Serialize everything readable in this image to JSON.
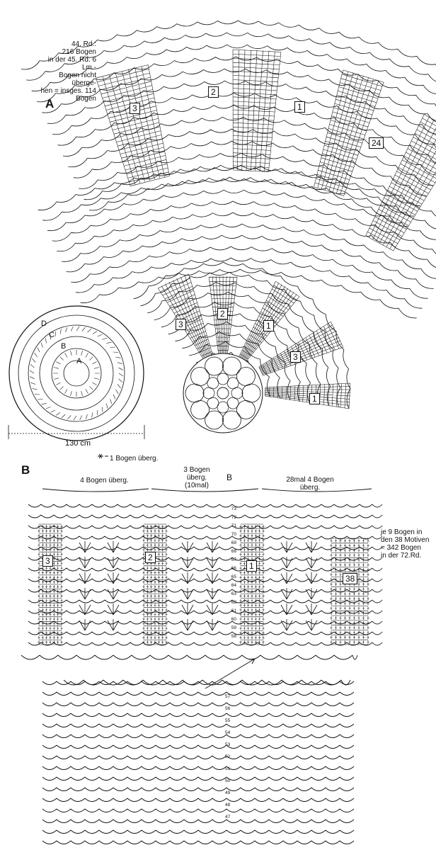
{
  "section_a": {
    "letter": "A",
    "note_lines": [
      "44. Rd.:",
      "216 Bogen",
      "in der 45. Rd. 6 Lm.-",
      "Bogen nicht überge-",
      "hen = insges. 114",
      "Bogen"
    ],
    "motif_labels": [
      "3",
      "2",
      "1",
      "24"
    ],
    "inner_motif_labels": [
      "3",
      "2",
      "1",
      "3",
      "1"
    ],
    "overview": {
      "ring_labels": [
        "D",
        "C",
        "B",
        "A"
      ],
      "diameter": "130 cm"
    },
    "legend": "1 Bogen überg."
  },
  "section_b": {
    "letter": "B",
    "header_left": "4 Bogen überg.",
    "header_mid_lines": [
      "3 Bogen",
      "überg.",
      "(10mal)"
    ],
    "header_mark": "B",
    "header_right_lines": [
      "28mal 4 Bogen",
      "überg."
    ],
    "side_note_lines": [
      "je 9 Bogen in",
      "den 38 Motiven",
      "= 342 Bogen",
      "in der 72.Rd."
    ],
    "motif_labels": [
      "3",
      "2",
      "1",
      "38"
    ],
    "row_numbers": [
      "73",
      "72",
      "71",
      "70",
      "69",
      "68",
      "67",
      "66",
      "65",
      "64",
      "63",
      "62",
      "61",
      "60",
      "59",
      "58"
    ],
    "lower_row_numbers": [
      "57",
      "56",
      "55",
      "54",
      "53",
      "52",
      "51",
      "50",
      "49",
      "48",
      "47"
    ]
  },
  "colors": {
    "ink": "#111111",
    "paper": "#ffffff"
  }
}
